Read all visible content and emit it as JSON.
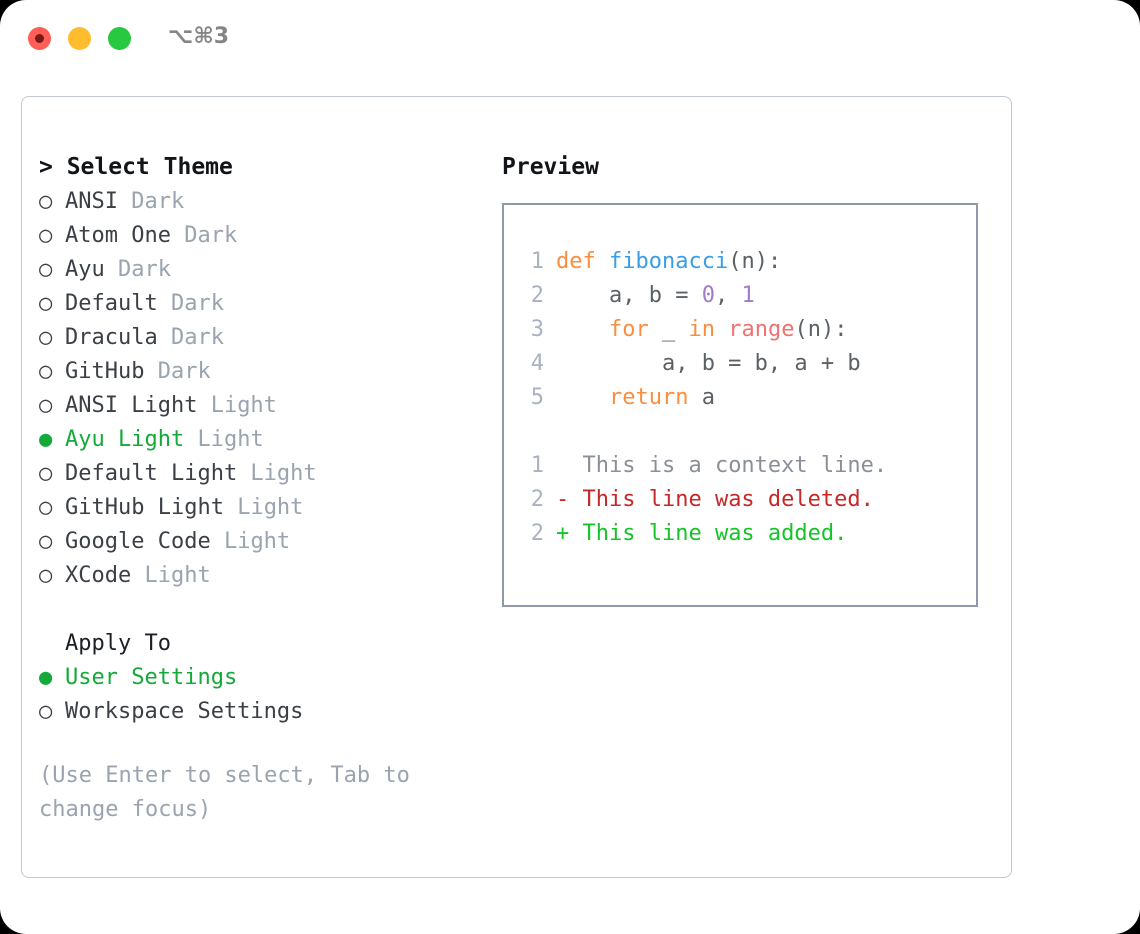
{
  "titlebar": {
    "shortcut": "⌥⌘3",
    "buttons": [
      {
        "name": "close",
        "color": "#ff5f57"
      },
      {
        "name": "minimize",
        "color": "#ffbd2e"
      },
      {
        "name": "zoom",
        "color": "#28c840"
      }
    ]
  },
  "theme_section": {
    "heading": "> Select Theme",
    "bullet_unselected": "○",
    "bullet_selected": "●",
    "items": [
      {
        "name": "ANSI",
        "variant": "Dark",
        "selected": false
      },
      {
        "name": "Atom One",
        "variant": "Dark",
        "selected": false
      },
      {
        "name": "Ayu",
        "variant": "Dark",
        "selected": false
      },
      {
        "name": "Default",
        "variant": "Dark",
        "selected": false
      },
      {
        "name": "Dracula",
        "variant": "Dark",
        "selected": false
      },
      {
        "name": "GitHub",
        "variant": "Dark",
        "selected": false
      },
      {
        "name": "ANSI Light",
        "variant": "Light",
        "selected": false
      },
      {
        "name": "Ayu Light",
        "variant": "Light",
        "selected": true
      },
      {
        "name": "Default Light",
        "variant": "Light",
        "selected": false
      },
      {
        "name": "GitHub Light",
        "variant": "Light",
        "selected": false
      },
      {
        "name": "Google Code",
        "variant": "Light",
        "selected": false
      },
      {
        "name": "XCode",
        "variant": "Light",
        "selected": false
      }
    ]
  },
  "apply_section": {
    "heading": "Apply To",
    "items": [
      {
        "name": "User Settings",
        "selected": true
      },
      {
        "name": "Workspace Settings",
        "selected": false
      }
    ]
  },
  "hint": "(Use Enter to select, Tab to change focus)",
  "preview": {
    "title": "Preview",
    "code_lines": [
      {
        "number": "1",
        "tokens": [
          {
            "t": "def ",
            "c": "kw"
          },
          {
            "t": "fibonacci",
            "c": "fn"
          },
          {
            "t": "(n):",
            "c": "pl"
          }
        ]
      },
      {
        "number": "2",
        "tokens": [
          {
            "t": "    a, b = ",
            "c": "pl"
          },
          {
            "t": "0",
            "c": "num"
          },
          {
            "t": ", ",
            "c": "pl"
          },
          {
            "t": "1",
            "c": "num"
          }
        ]
      },
      {
        "number": "3",
        "tokens": [
          {
            "t": "    ",
            "c": "pl"
          },
          {
            "t": "for",
            "c": "kw"
          },
          {
            "t": " _ ",
            "c": "pl"
          },
          {
            "t": "in",
            "c": "kw"
          },
          {
            "t": " ",
            "c": "pl"
          },
          {
            "t": "range",
            "c": "bi"
          },
          {
            "t": "(n):",
            "c": "pl"
          }
        ]
      },
      {
        "number": "4",
        "tokens": [
          {
            "t": "        a, b = b, a + b",
            "c": "pl"
          }
        ]
      },
      {
        "number": "5",
        "tokens": [
          {
            "t": "    ",
            "c": "pl"
          },
          {
            "t": "return",
            "c": "kw"
          },
          {
            "t": " a",
            "c": "pl"
          }
        ]
      }
    ],
    "diff_lines": [
      {
        "number": "1",
        "marker": " ",
        "text": " This is a context line.",
        "kind": "diff-ctx"
      },
      {
        "number": "2",
        "marker": "-",
        "text": " This line was deleted.",
        "kind": "diff-del"
      },
      {
        "number": "2",
        "marker": "+",
        "text": " This line was added.",
        "kind": "diff-add"
      }
    ]
  },
  "colors": {
    "accent_green": "#13aa3a",
    "muted": "#9aa3b0",
    "keyword": "#fa8d3e",
    "function": "#399ee6",
    "number": "#a37acc",
    "builtin": "#f07171",
    "diff_delete": "#c62828",
    "diff_add": "#16c42a"
  }
}
